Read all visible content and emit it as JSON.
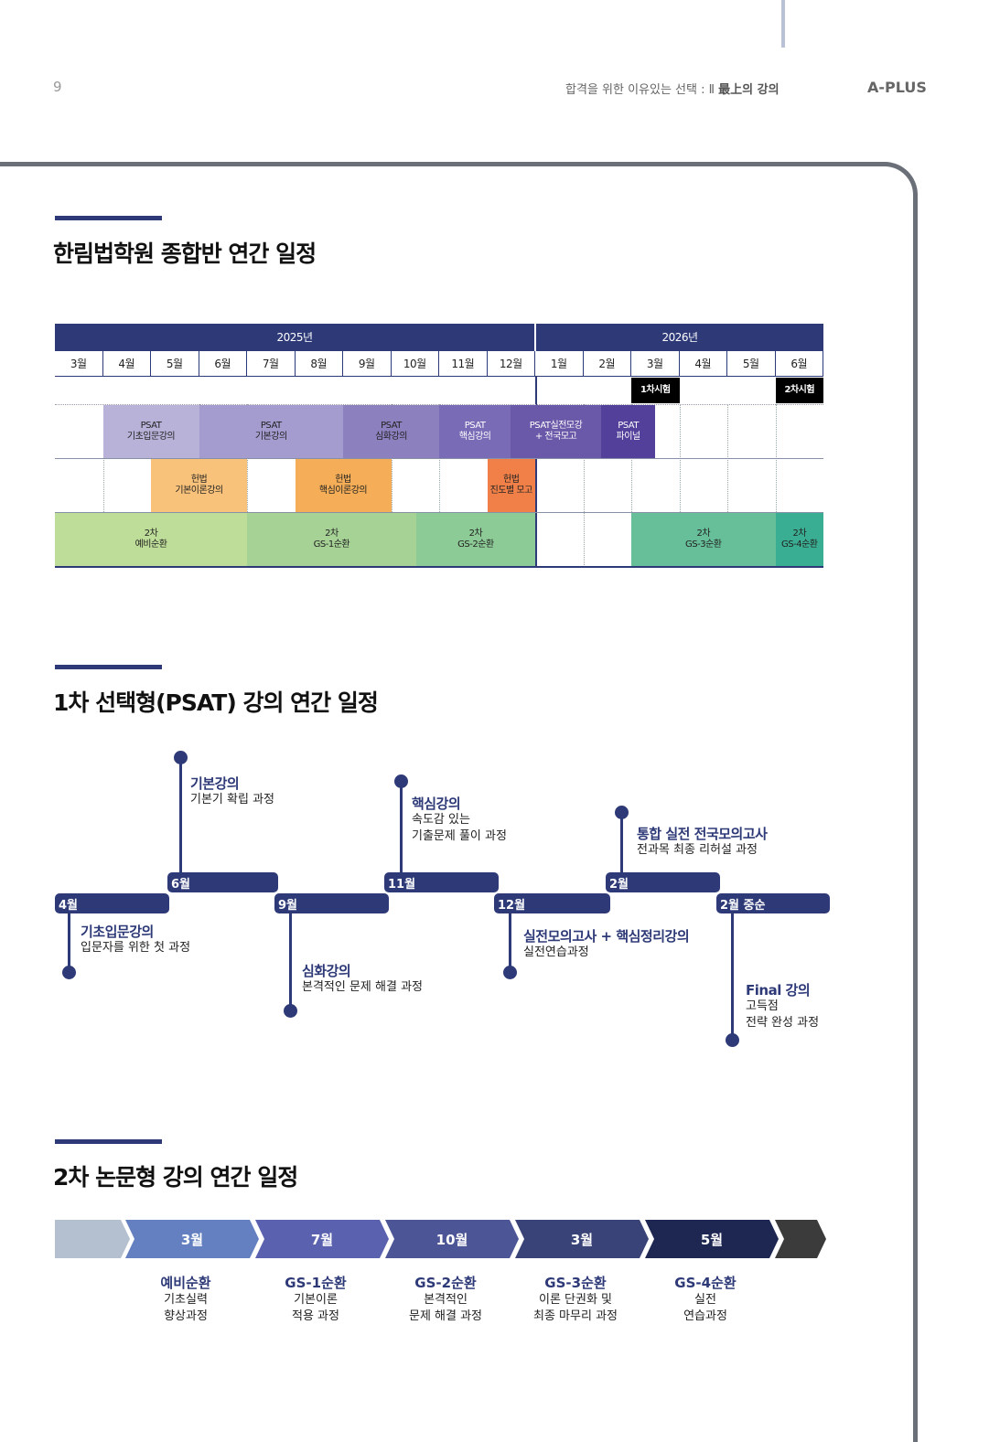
{
  "header": {
    "page_number": "9",
    "subtitle": "합격을 위한 이유있는 선택 : Ⅱ",
    "subtitle_bold": "最上의 강의",
    "brand": "A-PLUS"
  },
  "section1": {
    "title": "한림법학원 종합반 연간 일정",
    "years": [
      "2025년",
      "2026년"
    ],
    "months": [
      "3월",
      "4월",
      "5월",
      "6월",
      "7월",
      "8월",
      "9월",
      "10월",
      "11월",
      "12월",
      "1월",
      "2월",
      "3월",
      "4월",
      "5월",
      "6월"
    ],
    "exams": [
      "1차시험",
      "2차시험"
    ],
    "psat": [
      [
        "PSAT",
        "기초입문강의"
      ],
      [
        "PSAT",
        "기본강의"
      ],
      [
        "PSAT",
        "심화강의"
      ],
      [
        "PSAT",
        "핵심강의"
      ],
      [
        "PSAT실전모강",
        "+ 전국모고"
      ],
      [
        "PSAT",
        "파이널"
      ]
    ],
    "law": [
      [
        "헌법",
        "기본이론강의"
      ],
      [
        "헌법",
        "핵심이론강의"
      ],
      [
        "헌법",
        "진도별 모고"
      ]
    ],
    "second": [
      [
        "2차",
        "예비순환"
      ],
      [
        "2차",
        "GS-1순환"
      ],
      [
        "2차",
        "GS-2순환"
      ],
      [
        "2차",
        "GS-3순환"
      ],
      [
        "2차",
        "GS-4순환"
      ]
    ],
    "colors": {
      "psat": [
        "#b8b2d9",
        "#a49bcf",
        "#8c80be",
        "#7a6bb6",
        "#6a58a8",
        "#53409b"
      ],
      "law": [
        "#f9c27a",
        "#f5ae57",
        "#f08048"
      ],
      "second": [
        "#bedd98",
        "#a6d296",
        "#8ccb95",
        "#66bf98",
        "#3aae92"
      ]
    }
  },
  "section2": {
    "title": "1차 선택형(PSAT) 강의 연간 일정",
    "milestones": [
      {
        "month": "4월",
        "title": "기초입문강의",
        "desc": [
          "입문자를 위한 첫 과정"
        ]
      },
      {
        "month": "6월",
        "title": "기본강의",
        "desc": [
          "기본기 확립 과정"
        ]
      },
      {
        "month": "9월",
        "title": "심화강의",
        "desc": [
          "본격적인 문제 해결 과정"
        ]
      },
      {
        "month": "11월",
        "title": "핵심강의",
        "desc": [
          "속도감 있는",
          "기출문제 풀이 과정"
        ]
      },
      {
        "month": "12월",
        "title": "실전모의고사 + 핵심정리강의",
        "desc": [
          "실전연습과정"
        ]
      },
      {
        "month": "2월",
        "title": "통합 실전 전국모의고사",
        "desc": [
          "전과목 최종 리허설 과정"
        ]
      },
      {
        "month": "2월 중순",
        "title": "Final 강의",
        "desc": [
          "고득점",
          "전략 완성 과정"
        ]
      }
    ]
  },
  "section3": {
    "title": "2차 논문형 강의 연간 일정",
    "steps": [
      {
        "month": "3월",
        "title": "예비순환",
        "desc": [
          "기초실력",
          "향상과정"
        ],
        "color": "#6480c0"
      },
      {
        "month": "7월",
        "title": "GS-1순환",
        "desc": [
          "기본이론",
          "적용 과정"
        ],
        "color": "#5a62b0"
      },
      {
        "month": "10월",
        "title": "GS-2순환",
        "desc": [
          "본격적인",
          "문제 해결 과정"
        ],
        "color": "#4c5696"
      },
      {
        "month": "3월",
        "title": "GS-3순환",
        "desc": [
          "이론 단권화 및",
          "최종 마무리 과정"
        ],
        "color": "#3a4378"
      },
      {
        "month": "5월",
        "title": "GS-4순환",
        "desc": [
          "실전",
          "연습과정"
        ],
        "color": "#1e2752"
      }
    ]
  }
}
